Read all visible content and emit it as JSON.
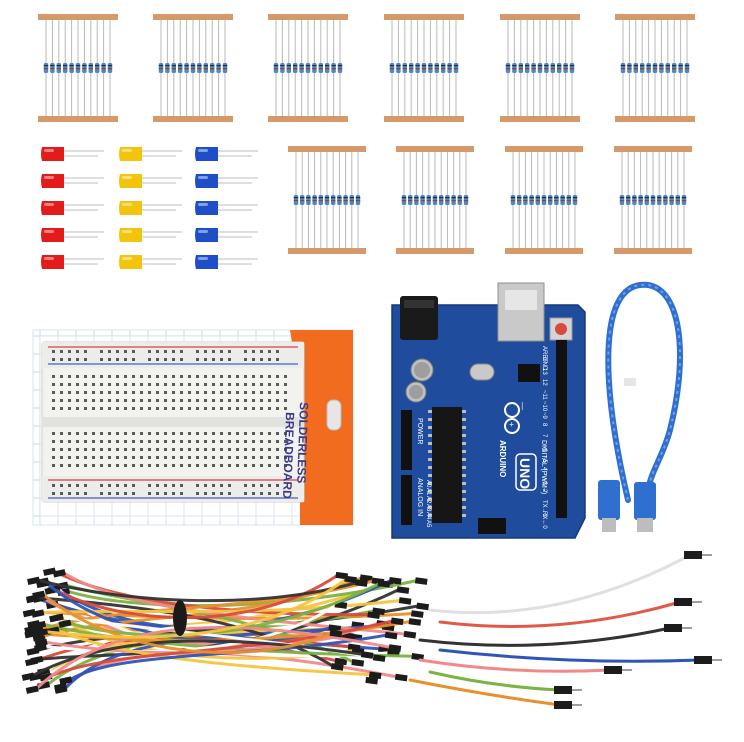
{
  "resistor_packs": {
    "count": 10
  },
  "leds": {
    "colors": [
      "#e31b1b",
      "#f2c40c",
      "#1e4fc8"
    ],
    "per_color": 5
  },
  "breadboard": {
    "label_line1": "SOLDERLESS",
    "label_line2": "BREADBOARD",
    "card_accent": "#f26c1f"
  },
  "arduino": {
    "logo_text": "ARDUINO",
    "model_text": "UNO",
    "board_color": "#1f4c9c",
    "header_top_labels": [
      "AREF",
      "GND",
      "13",
      "12",
      "~11",
      "~10",
      "~9",
      "8",
      "7",
      "~6",
      "~5",
      "4",
      "~3",
      "2",
      "TX→1",
      "RX←0"
    ],
    "digital_label": "DIGITAL (PWM~)",
    "power_label": "POWER",
    "analog_label": "ANALOG IN",
    "analog_pins": [
      "A0",
      "A1",
      "A2",
      "A3",
      "A4",
      "A5"
    ]
  },
  "usb_cable": {
    "color": "#2f6fd0"
  },
  "jumper_wires": {
    "colors": [
      "#e8902a",
      "#f4c542",
      "#d94b3b",
      "#2f55b7",
      "#7cb342",
      "#ffffff",
      "#333333",
      "#f08a8a"
    ]
  }
}
